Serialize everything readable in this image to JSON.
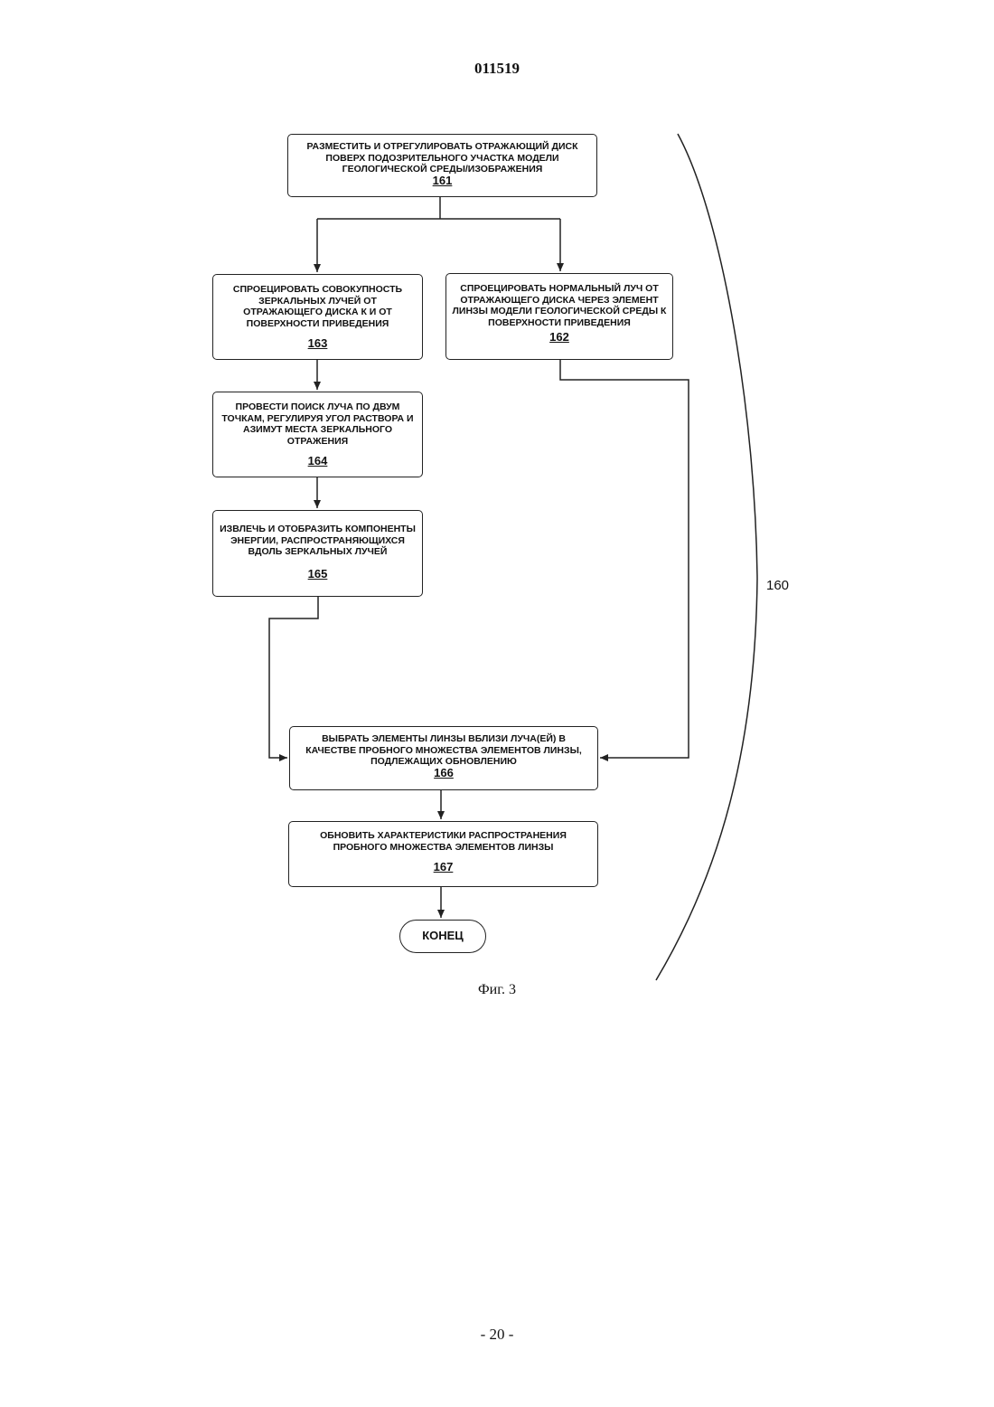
{
  "header": {
    "page_id": "011519"
  },
  "flowchart": {
    "steps": [
      {
        "text": "РАЗМЕСТИТЬ И ОТРЕГУЛИРОВАТЬ ОТРАЖАЮЩИЙ ДИСК ПОВЕРХ ПОДОЗРИТЕЛЬНОГО УЧАСТКА МОДЕЛИ ГЕОЛОГИЧЕСКОЙ СРЕДЫ/ИЗОБРАЖЕНИЯ",
        "ref": "161"
      },
      {
        "text": "СПРОЕЦИРОВАТЬ НОРМАЛЬНЫЙ ЛУЧ ОТ ОТРАЖАЮЩЕГО ДИСКА ЧЕРЕЗ ЭЛЕМЕНТ ЛИНЗЫ МОДЕЛИ ГЕОЛОГИЧЕСКОЙ СРЕДЫ К ПОВЕРХНОСТИ ПРИВЕДЕНИЯ",
        "ref": "162"
      },
      {
        "text": "СПРОЕЦИРОВАТЬ СОВОКУПНОСТЬ ЗЕРКАЛЬНЫХ ЛУЧЕЙ ОТ ОТРАЖАЮЩЕГО ДИСКА К И ОТ ПОВЕРХНОСТИ ПРИВЕДЕНИЯ",
        "ref": "163"
      },
      {
        "text": "ПРОВЕСТИ ПОИСК ЛУЧА ПО ДВУМ ТОЧКАМ, РЕГУЛИРУЯ УГОЛ РАСТВОРА И АЗИМУТ МЕСТА ЗЕРКАЛЬНОГО ОТРАЖЕНИЯ",
        "ref": "164"
      },
      {
        "text": "ИЗВЛЕЧЬ И ОТОБРАЗИТЬ КОМПОНЕНТЫ ЭНЕРГИИ, РАСПРОСТРАНЯЮЩИХСЯ ВДОЛЬ ЗЕРКАЛЬНЫХ ЛУЧЕЙ",
        "ref": "165"
      },
      {
        "text": "ВЫБРАТЬ ЭЛЕМЕНТЫ ЛИНЗЫ ВБЛИЗИ ЛУЧА(ЕЙ) В КАЧЕСТВЕ ПРОБНОГО МНОЖЕСТВА ЭЛЕМЕНТОВ ЛИНЗЫ, ПОДЛЕЖАЩИХ ОБНОВЛЕНИЮ",
        "ref": "166"
      },
      {
        "text": "ОБНОВИТЬ ХАРАКТЕРИСТИКИ РАСПРОСТРАНЕНИЯ ПРОБНОГО МНОЖЕСТВА ЭЛЕМЕНТОВ ЛИНЗЫ",
        "ref": "167"
      }
    ],
    "end_label": "КОНЕЦ",
    "bracket_label": "160"
  },
  "caption": "Фиг. 3",
  "footer": {
    "page_number": "- 20 -"
  }
}
